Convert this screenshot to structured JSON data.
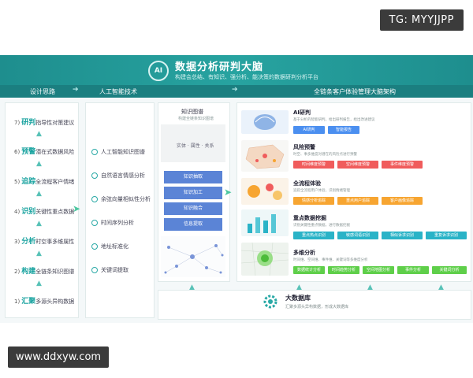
{
  "watermark_top": "TG: MYYJJPP",
  "watermark_bottom": "www.ddxyw.com",
  "poster": {
    "logo_text": "AI",
    "title": "数据分析研判大脑",
    "subtitle": "构建会总结、有知识、强分析、能决策的数据研判分析平台",
    "headers": [
      "设计思路",
      "人工智能技术",
      "全链条客户体验管理大脑架构"
    ],
    "left_steps": [
      {
        "num": "7)",
        "kw": "研判",
        "text": "指导性对策建议"
      },
      {
        "num": "6)",
        "kw": "预警",
        "text": "潜在式数据风险"
      },
      {
        "num": "5)",
        "kw": "追踪",
        "text": "全流程客户情绪"
      },
      {
        "num": "4)",
        "kw": "识别",
        "text": "关键性重点数据"
      },
      {
        "num": "3)",
        "kw": "分析",
        "text": "时空事多维属性"
      },
      {
        "num": "2)",
        "kw": "构建",
        "text": "全链条知识图谱"
      },
      {
        "num": "1)",
        "kw": "汇聚",
        "text": "多源头异构数据"
      }
    ],
    "ai_techs": [
      "人工智能知识图谱",
      "自然语言情感分析",
      "余弦向量相似性分析",
      "时间序列分析",
      "地址标准化",
      "关键词提取"
    ],
    "kg": {
      "title": "知识图谱",
      "subtitle": "构建全链条知识图谱",
      "entity": "实体 · 属性 · 关系",
      "boxes": [
        "知识抽取",
        "知识加工",
        "知识融合",
        "信息提取"
      ]
    },
    "right": [
      {
        "title": "AI研判",
        "desc": "基于分析的智能研判，给出研判报告，给出改进建议",
        "tags": [
          {
            "t": "AI研判",
            "c": "blue"
          },
          {
            "t": "智能报告",
            "c": "blue"
          }
        ]
      },
      {
        "title": "风险预警",
        "desc": "时空、事多维度对潜在的风险点进行预警",
        "tags": [
          {
            "t": "时间维度预警",
            "c": "red"
          },
          {
            "t": "空间维度预警",
            "c": "red"
          },
          {
            "t": "事件维度预警",
            "c": "red"
          }
        ]
      },
      {
        "title": "全流程体验",
        "desc": "追踪全流程用户体验，识别情绪管理",
        "tags": [
          {
            "t": "情感分析追踪",
            "c": "orange"
          },
          {
            "t": "重点用户追踪",
            "c": "orange"
          },
          {
            "t": "客户画像追踪",
            "c": "orange"
          }
        ]
      },
      {
        "title": "重点数据挖掘",
        "desc": "识别关键性重点数据，进行数据挖掘",
        "tags": [
          {
            "t": "重点热点识别",
            "c": "cyan"
          },
          {
            "t": "敏感词语识别",
            "c": "cyan"
          },
          {
            "t": "相似诉求识别",
            "c": "cyan"
          },
          {
            "t": "重复诉求识别",
            "c": "cyan"
          }
        ]
      },
      {
        "title": "多维分析",
        "desc": "时间维、空间维、事件维、关键词等多维度分析",
        "tags": [
          {
            "t": "数据统计分析",
            "c": "green"
          },
          {
            "t": "时间趋势分析",
            "c": "green"
          },
          {
            "t": "空间地图分析",
            "c": "green"
          },
          {
            "t": "事件分析",
            "c": "green"
          },
          {
            "t": "关键词分析",
            "c": "green"
          }
        ]
      }
    ],
    "bigdata": {
      "title": "大数据库",
      "desc": "汇聚多源头异构数据，形成大数据库"
    }
  }
}
